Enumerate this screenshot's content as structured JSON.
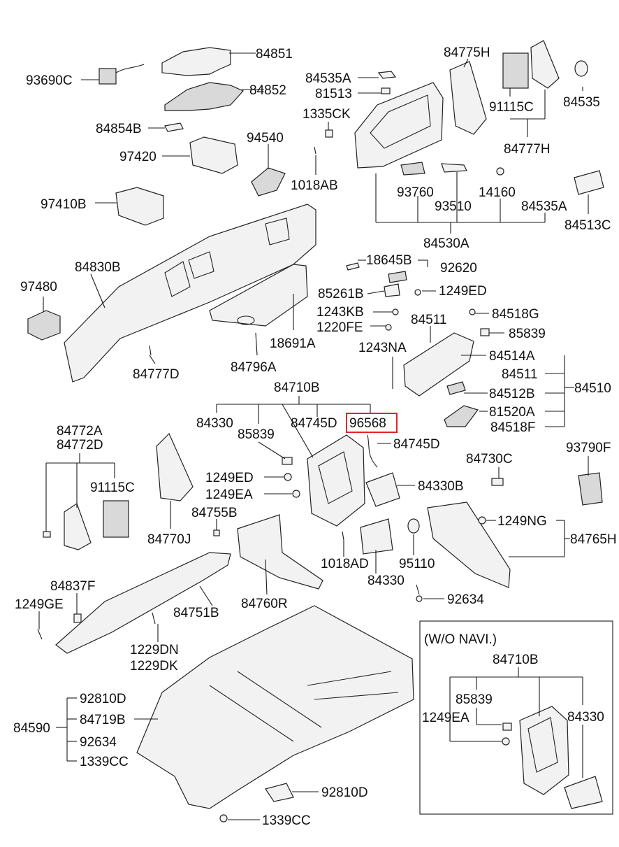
{
  "colors": {
    "highlight": "#e0252b",
    "ink": "#111111",
    "part_fill": "#f2f2f2"
  },
  "highlighted_part": "96568",
  "inset": {
    "title": "(W/O NAVI.)"
  },
  "labels": {
    "l84851": "84851",
    "l93690c": "93690C",
    "l84852": "84852",
    "l84854b": "84854B",
    "l94540": "94540",
    "l97420": "97420",
    "l97410b": "97410B",
    "l1018ab": "1018AB",
    "l84535a_top": "84535A",
    "l81513": "81513",
    "l1335ck": "1335CK",
    "l84775h": "84775H",
    "l91115c_top": "91115C",
    "l84535": "84535",
    "l84777h": "84777H",
    "l93760": "93760",
    "l93510": "93510",
    "l14160": "14160",
    "l84535a_bot": "84535A",
    "l84513c": "84513C",
    "l84530a": "84530A",
    "l84830b": "84830B",
    "l97480": "97480",
    "l84777d": "84777D",
    "l18645b": "18645B",
    "l92620": "92620",
    "l85261b": "85261B",
    "l1249ed_top": "1249ED",
    "l1243kb": "1243KB",
    "l1220fe": "1220FE",
    "l84511_top": "84511",
    "l84518g": "84518G",
    "l85839_r": "85839",
    "l18691a": "18691A",
    "l84796a": "84796A",
    "l1243na": "1243NA",
    "l84514a": "84514A",
    "l84511_r": "84511",
    "l84510": "84510",
    "l84512b": "84512B",
    "l81520a": "81520A",
    "l84518f": "84518F",
    "l84710b": "84710B",
    "l84330_top": "84330",
    "l84745d_l": "84745D",
    "l96568": "96568",
    "l85839_m": "85839",
    "l84745d_r": "84745D",
    "l84772a": "84772A",
    "l84772d": "84772D",
    "l91115c_mid": "91115C",
    "l84770j": "84770J",
    "l1249ed_mid": "1249ED",
    "l1249ea": "1249EA",
    "l84755b": "84755B",
    "l84730c": "84730C",
    "l93790f": "93790F",
    "l84330b": "84330B",
    "l1249ng": "1249NG",
    "l84765h": "84765H",
    "l1018ad": "1018AD",
    "l84330_mid": "84330",
    "l95110": "95110",
    "l84760r": "84760R",
    "l84837f": "84837F",
    "l1249ge": "1249GE",
    "l84751b": "84751B",
    "l92634_r": "92634",
    "l1229dn": "1229DN",
    "l1229dk": "1229DK",
    "l92810d_l": "92810D",
    "l84590": "84590",
    "l84719b": "84719B",
    "l92634_l": "92634",
    "l1339cc_l": "1339CC",
    "l92810d_b": "92810D",
    "l1339cc_b": "1339CC",
    "in_84710b": "84710B",
    "in_85839": "85839",
    "in_1249ea": "1249EA",
    "in_84330": "84330"
  }
}
